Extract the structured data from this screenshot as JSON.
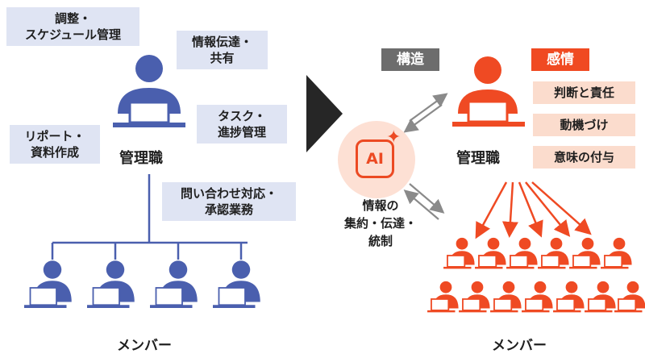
{
  "left": {
    "manager_label": "管理職",
    "member_label": "メンバー",
    "tasks": [
      {
        "lines": [
          "調整・",
          "スケジュール管理"
        ]
      },
      {
        "lines": [
          "情報伝達・",
          "共有"
        ]
      },
      {
        "lines": [
          "タスク・",
          "進捗管理"
        ]
      },
      {
        "lines": [
          "リポート・",
          "資料作成"
        ]
      },
      {
        "lines": [
          "問い合わせ対応・",
          "承認業務"
        ]
      }
    ],
    "member_count": 4
  },
  "right": {
    "structure_label": "構造",
    "emotion_label": "感情",
    "roles": [
      "判断と責任",
      "動機づけ",
      "意味の付与"
    ],
    "manager_label": "管理職",
    "member_label": "メンバー",
    "member_count": 13
  },
  "ai": {
    "badge": "AI",
    "caption_lines": [
      "情報の",
      "集約・伝達・",
      "統制"
    ]
  },
  "colors": {
    "blue_person": "#4a5fae",
    "red_person": "#ef4a23",
    "tag_bg": "#dfe4f3",
    "peach": "#fbdccd",
    "grey": "#6d6d6d",
    "arrow_grey": "#8a8a8a"
  },
  "icons": {
    "transition": "right-triangle-arrow-icon",
    "bidirectional": "double-arrow-icon",
    "ai_spark": "sparkle-icon"
  }
}
